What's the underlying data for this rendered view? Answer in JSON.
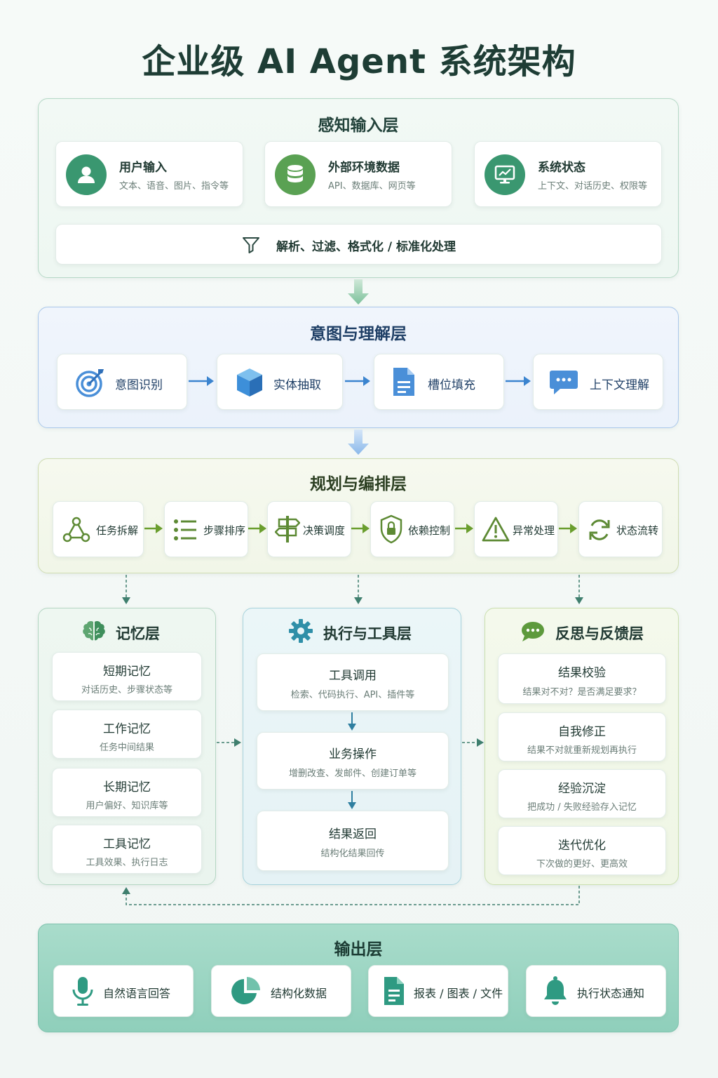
{
  "title": "企业级 AI Agent 系统架构",
  "perception": {
    "title": "感知输入层",
    "cards": [
      {
        "title": "用户输入",
        "desc": "文本、语音、图片、指令等",
        "icon": "user-icon"
      },
      {
        "title": "外部环境数据",
        "desc": "API、数据库、网页等",
        "icon": "database-icon"
      },
      {
        "title": "系统状态",
        "desc": "上下文、对话历史、权限等",
        "icon": "monitor-chart-icon"
      }
    ],
    "process": {
      "label": "解析、过滤、格式化 / 标准化处理",
      "icon": "filter-icon"
    }
  },
  "intent": {
    "title": "意图与理解层",
    "steps": [
      {
        "label": "意图识别",
        "icon": "target-icon"
      },
      {
        "label": "实体抽取",
        "icon": "cube-icon"
      },
      {
        "label": "槽位填充",
        "icon": "document-icon"
      },
      {
        "label": "上下文理解",
        "icon": "chat-bubble-icon"
      }
    ]
  },
  "planning": {
    "title": "规划与编排层",
    "steps": [
      {
        "label": "任务拆解",
        "icon": "network-icon"
      },
      {
        "label": "步骤排序",
        "icon": "list-icon"
      },
      {
        "label": "决策调度",
        "icon": "signpost-icon"
      },
      {
        "label": "依赖控制",
        "icon": "shield-lock-icon"
      },
      {
        "label": "异常处理",
        "icon": "warning-icon"
      },
      {
        "label": "状态流转",
        "icon": "refresh-icon"
      }
    ]
  },
  "memory": {
    "title": "记忆层",
    "icon": "brain-icon",
    "items": [
      {
        "title": "短期记忆",
        "desc": "对话历史、步骤状态等"
      },
      {
        "title": "工作记忆",
        "desc": "任务中间结果"
      },
      {
        "title": "长期记忆",
        "desc": "用户偏好、知识库等"
      },
      {
        "title": "工具记忆",
        "desc": "工具效果、执行日志"
      }
    ]
  },
  "execution": {
    "title": "执行与工具层",
    "icon": "gear-icon",
    "items": [
      {
        "title": "工具调用",
        "desc": "检索、代码执行、API、插件等"
      },
      {
        "title": "业务操作",
        "desc": "增删改查、发邮件、创建订单等"
      },
      {
        "title": "结果返回",
        "desc": "结构化结果回传"
      }
    ]
  },
  "reflection": {
    "title": "反思与反馈层",
    "icon": "chat-dots-icon",
    "items": [
      {
        "title": "结果校验",
        "desc": "结果对不对？是否满足要求？"
      },
      {
        "title": "自我修正",
        "desc": "结果不对就重新规划再执行"
      },
      {
        "title": "经验沉淀",
        "desc": "把成功 / 失败经验存入记忆"
      },
      {
        "title": "迭代优化",
        "desc": "下次做的更好、更高效"
      }
    ]
  },
  "output": {
    "title": "输出层",
    "items": [
      {
        "label": "自然语言回答",
        "icon": "microphone-icon"
      },
      {
        "label": "结构化数据",
        "icon": "pie-chart-icon"
      },
      {
        "label": "报表 / 图表 / 文件",
        "icon": "file-icon"
      },
      {
        "label": "执行状态通知",
        "icon": "bell-icon"
      }
    ]
  },
  "colors": {
    "green": "#3c9a6e",
    "blue": "#4a8fd8",
    "olive": "#6f9e3b",
    "teal": "#3b9e8a"
  }
}
